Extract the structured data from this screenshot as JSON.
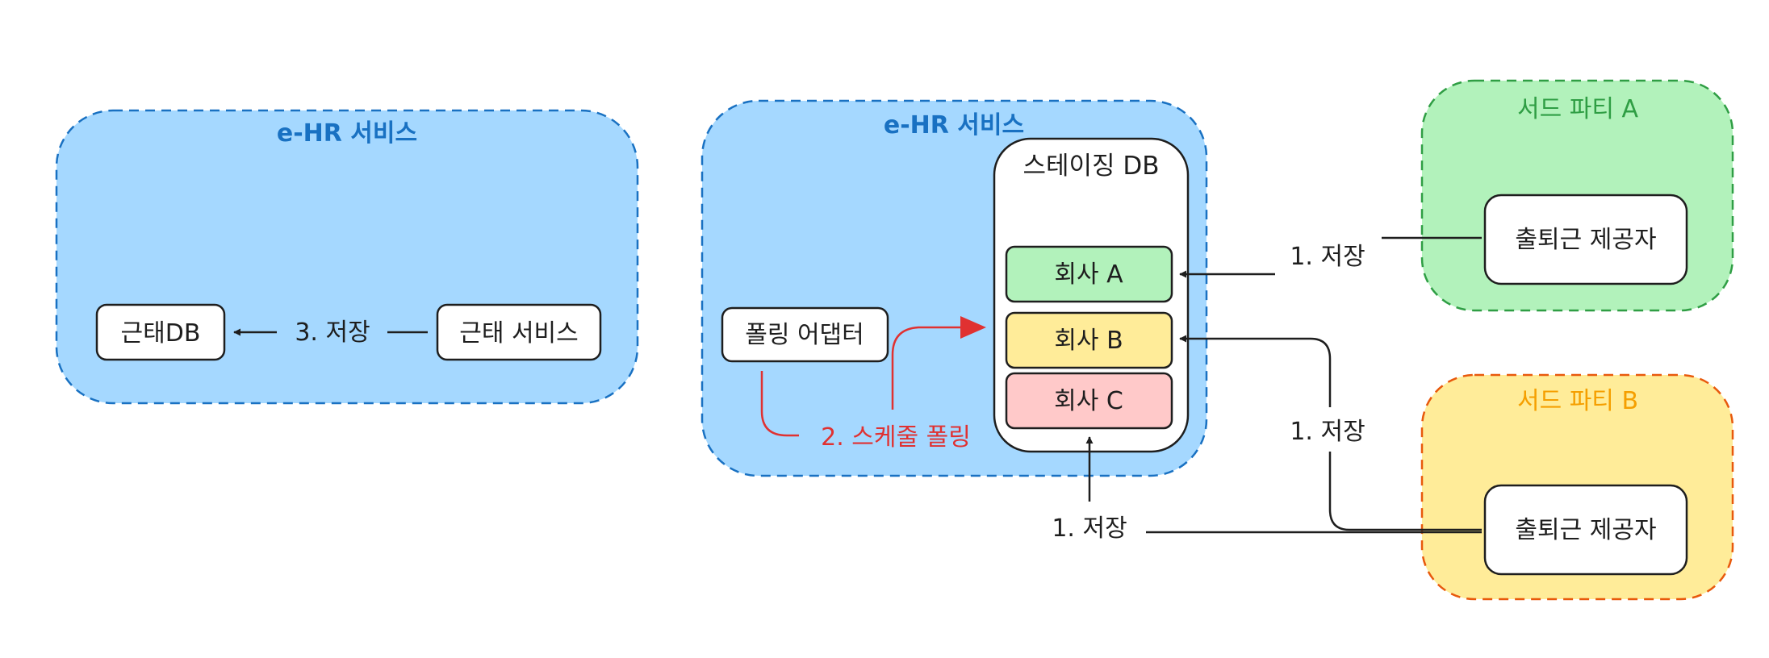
{
  "left_service": {
    "title": "e-HR 서비스",
    "attendance_db": "근태DB",
    "attendance_service": "근태 서비스",
    "save_label": "3. 저장"
  },
  "center_service": {
    "title": "e-HR 서비스",
    "polling_adapter": "폴링 어댑터",
    "schedule_polling": "2. 스케줄 폴링",
    "staging_db": {
      "title": "스테이징 DB",
      "rows": [
        "회사 A",
        "회사 B",
        "회사 C"
      ]
    }
  },
  "third_party_a": {
    "title": "서드 파티 A",
    "provider": "출퇴근 제공자",
    "save_label": "1. 저장"
  },
  "third_party_b": {
    "title": "서드 파티 B",
    "provider": "출퇴근 제공자",
    "save_label_upper": "1. 저장",
    "save_label_lower": "1. 저장"
  },
  "colors": {
    "service_fill": "#a5d8ff",
    "service_stroke": "#1971c2",
    "party_a_fill": "#b2f2bb",
    "party_a_stroke": "#2f9e44",
    "party_b_fill": "#ffec99",
    "party_b_stroke": "#e8590c",
    "row_a": "#b2f2bb",
    "row_b": "#ffec99",
    "row_c": "#ffc9c9",
    "polling_arrow": "#e03131",
    "stroke": "#1e1e1e"
  }
}
